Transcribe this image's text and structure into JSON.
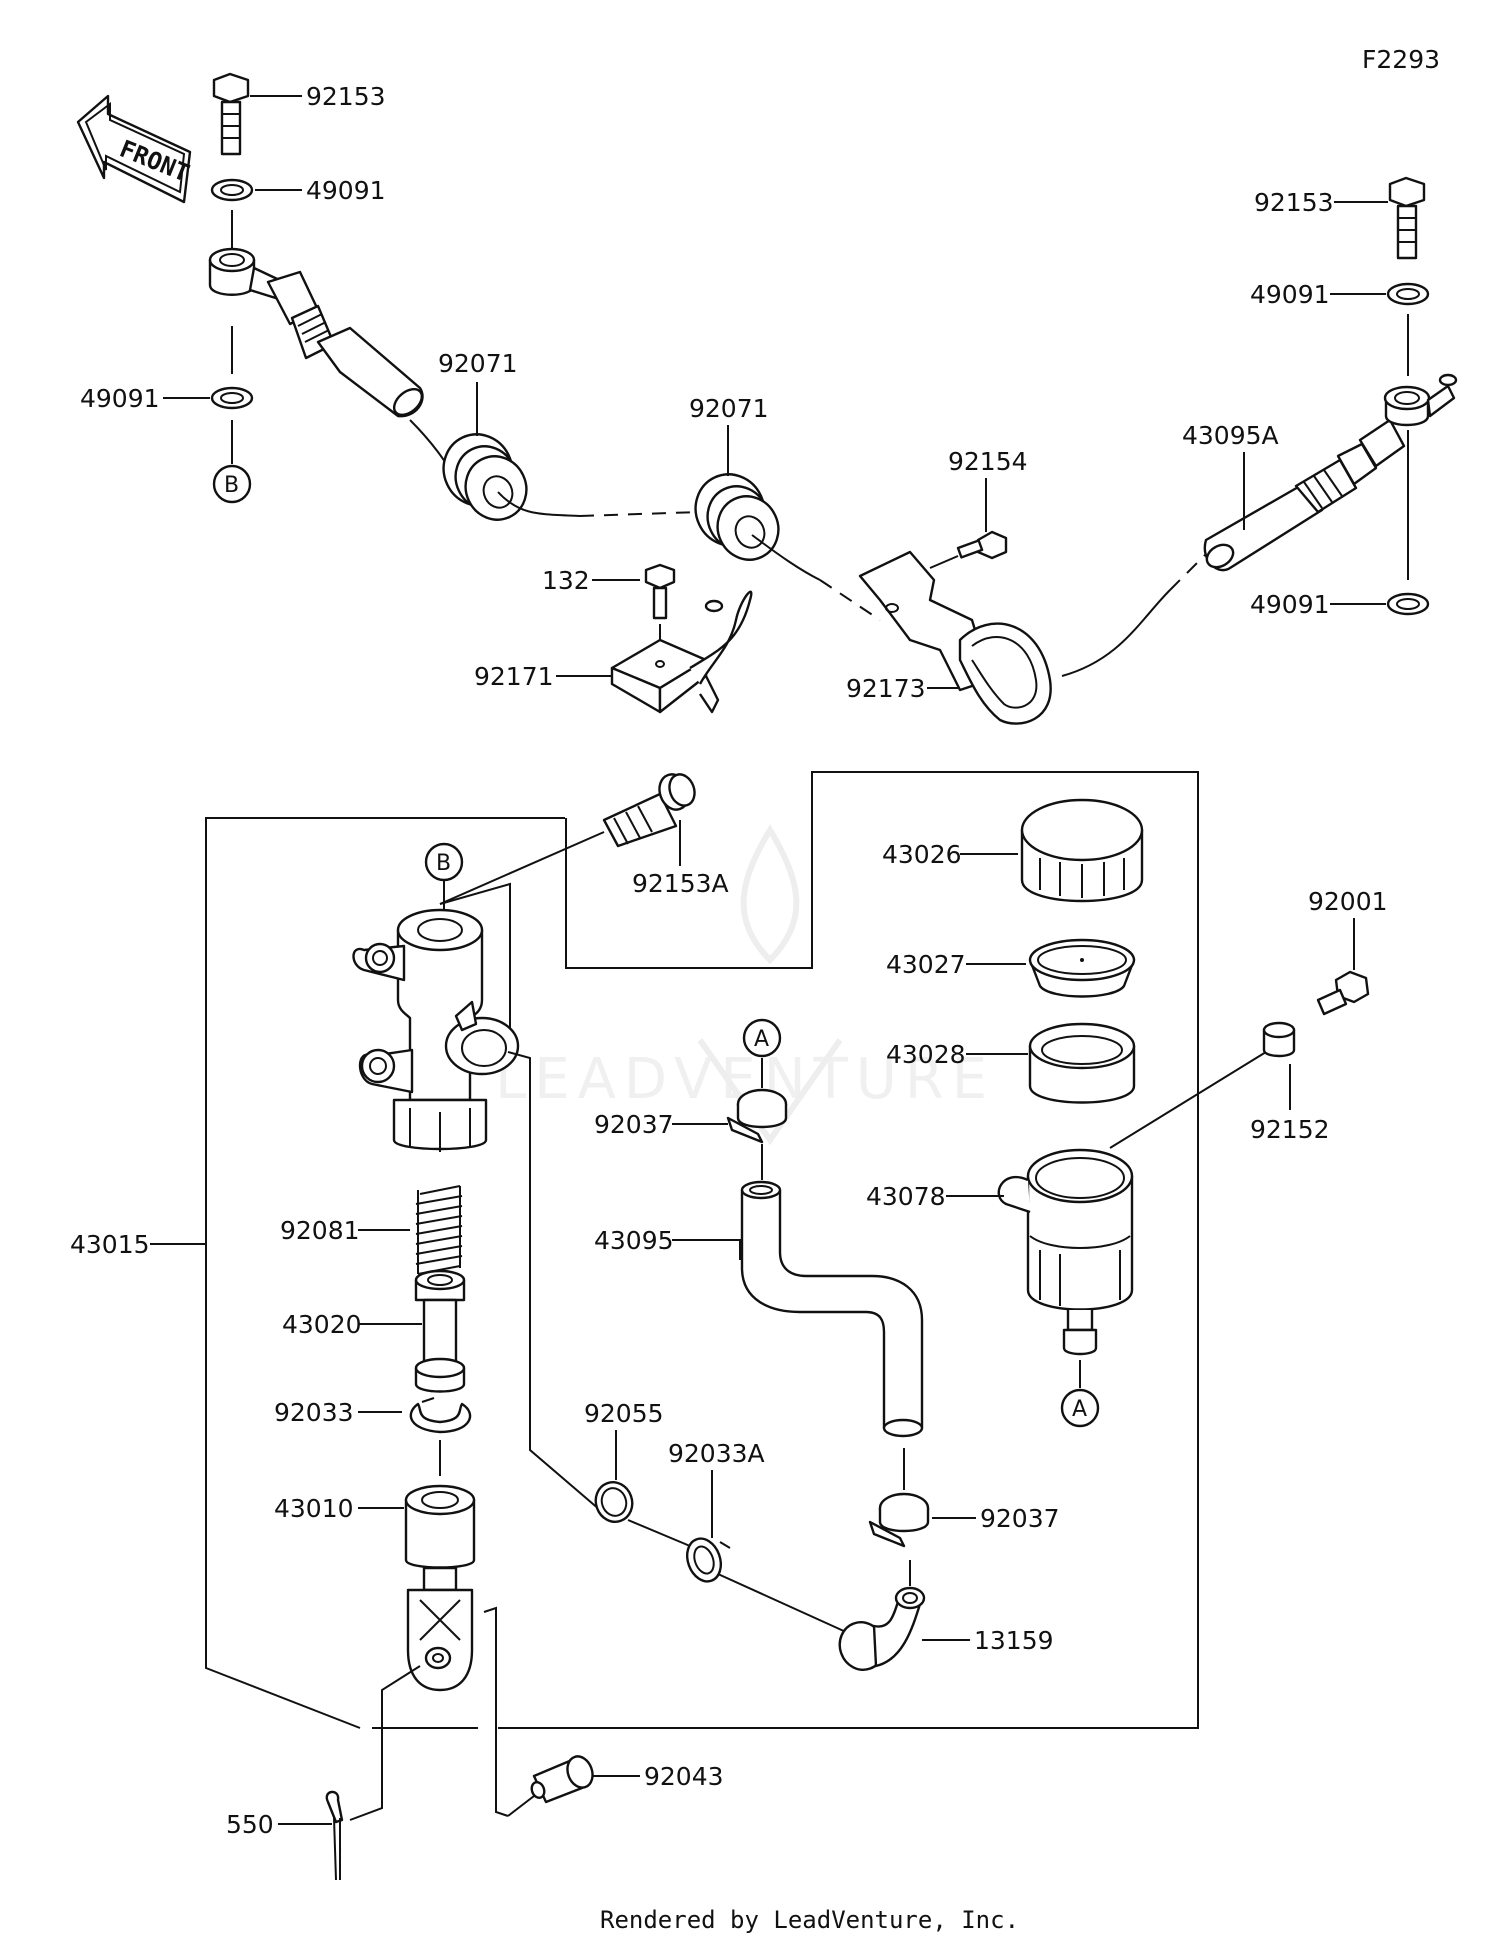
{
  "figure_id": "F2293",
  "front_label": "FRONT",
  "watermark": "LEADVENTURE",
  "footer": "Rendered by LeadVenture, Inc.",
  "ref_markers": {
    "a": "A",
    "b": "B"
  },
  "parts": {
    "p92153_top_left": "92153",
    "p49091_top_left": "49091",
    "p49091_left": "49091",
    "p92071_left": "92071",
    "p92071_mid": "92071",
    "p92154": "92154",
    "p132": "132",
    "p92171": "92171",
    "p92173": "92173",
    "p43095A": "43095A",
    "p92153_right": "92153",
    "p49091_right_top": "49091",
    "p49091_right_bottom": "49091",
    "p92153A": "92153A",
    "p43026": "43026",
    "p43027": "43027",
    "p43028": "43028",
    "p92001": "92001",
    "p92152": "92152",
    "p43078": "43078",
    "p92037_top": "92037",
    "p43095": "43095",
    "p43015": "43015",
    "p92081": "92081",
    "p43020": "43020",
    "p92033": "92033",
    "p43010": "43010",
    "p92055": "92055",
    "p92033A": "92033A",
    "p92037_bottom": "92037",
    "p13159": "13159",
    "p92043": "92043",
    "p550": "550"
  }
}
